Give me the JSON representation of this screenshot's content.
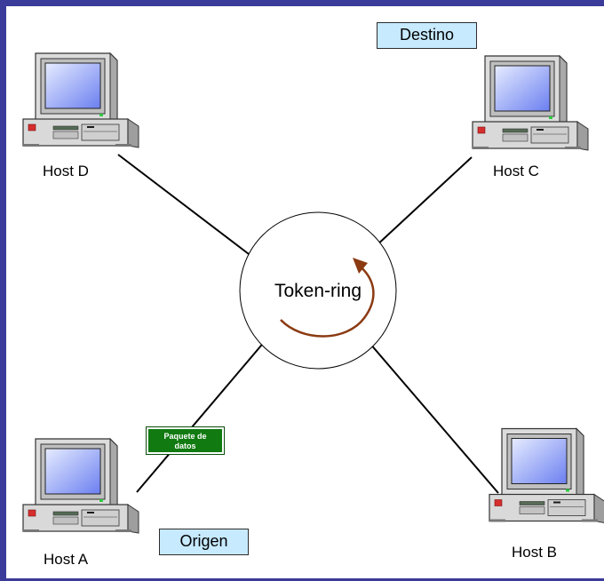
{
  "diagram": {
    "ring_label": "Token-ring",
    "packet_label": [
      "Paquete de",
      "datos"
    ],
    "tags": {
      "destination": "Destino",
      "origin": "Origen"
    },
    "hosts": [
      {
        "id": "D",
        "label": "Host D"
      },
      {
        "id": "C",
        "label": "Host C"
      },
      {
        "id": "A",
        "label": "Host A"
      },
      {
        "id": "B",
        "label": "Host B"
      }
    ],
    "colors": {
      "frame": "#3b3b9a",
      "arrow": "#8b3a12",
      "packet": "#117a11",
      "tag_fill": "#c7eaff"
    }
  }
}
